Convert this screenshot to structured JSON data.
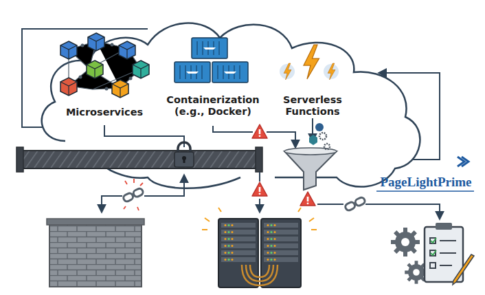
{
  "diagram": {
    "labels": [
      "Microservices",
      "Containerization (e.g., Docker)",
      "Serverless Functions",
      "PageLightPrime"
    ]
  }
}
